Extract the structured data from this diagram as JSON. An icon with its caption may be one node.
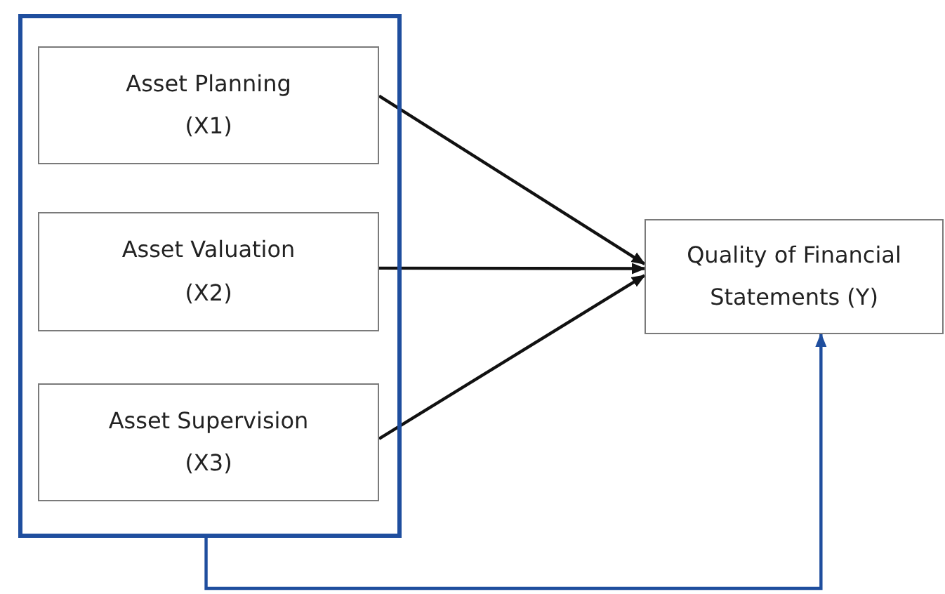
{
  "diagram": {
    "nodes": [
      {
        "text": [],
        "shape": "box"
      },
      {
        "text": [
          "Asset Planning",
          "(X1)"
        ],
        "in": 0
      },
      {
        "text": [
          "Asset Valuation",
          "(X2)"
        ],
        "in": 0
      },
      {
        "text": [
          "Asset Supervision",
          "(X3)"
        ],
        "in": 0
      },
      {
        "text": [
          "Quality of Financial Statements (Y)"
        ]
      }
    ],
    "edges": [
      {
        "from": 1,
        "to": 4,
        "arrow": "to"
      },
      {
        "from": 2,
        "to": 4,
        "arrow": "to"
      },
      {
        "from": 3,
        "to": 4,
        "arrow": "to"
      },
      {
        "from": 0,
        "to": 4,
        "arrow": "to",
        "color": "#1f4e9e"
      }
    ]
  }
}
